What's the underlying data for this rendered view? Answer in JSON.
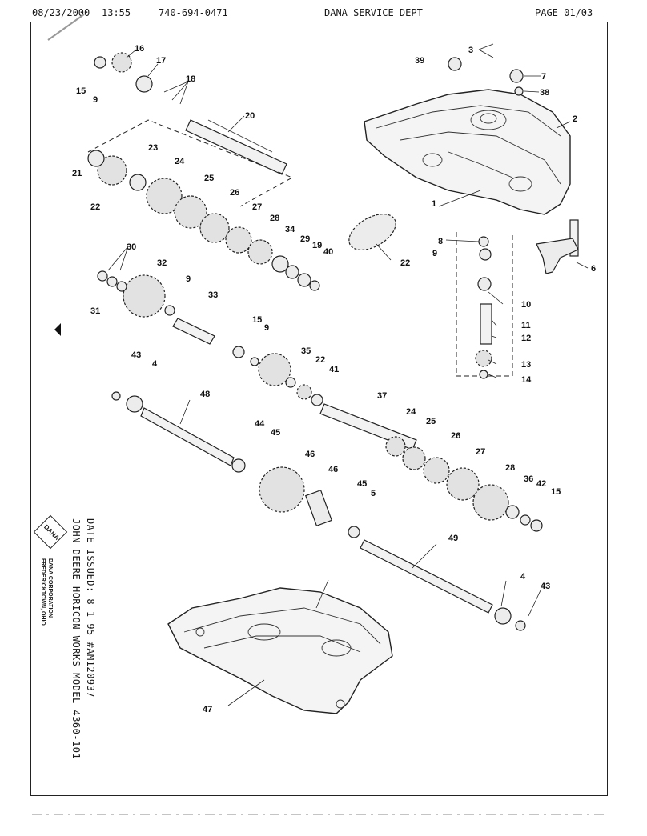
{
  "fax_header": {
    "date": "08/23/2000",
    "time": "13:55",
    "phone": "740-694-0471",
    "department": "DANA SERVICE DEPT",
    "page": "PAGE  01/03"
  },
  "legend": {
    "logo_text": "DANA",
    "corporation": "DANA CORPORATION",
    "location": "FREDERICKTOWN, OHIO",
    "model_line": "JOHN DEERE HORICON WORKS   MODEL 4360-101",
    "date_issued_line": "DATE ISSUED: 8-1-95        #AM120937"
  },
  "callouts": [
    "1",
    "2",
    "3",
    "4",
    "4",
    "5",
    "6",
    "7",
    "8",
    "9",
    "9",
    "9",
    "9",
    "10",
    "11",
    "12",
    "13",
    "14",
    "15",
    "15",
    "15",
    "16",
    "17",
    "18",
    "19",
    "20",
    "21",
    "22",
    "22",
    "22",
    "23",
    "24",
    "24",
    "25",
    "25",
    "26",
    "26",
    "27",
    "27",
    "28",
    "28",
    "29",
    "30",
    "31",
    "32",
    "33",
    "34",
    "35",
    "36",
    "37",
    "38",
    "39",
    "40",
    "41",
    "42",
    "43",
    "43",
    "44",
    "45",
    "45",
    "46",
    "46",
    "47",
    "48",
    "49"
  ]
}
